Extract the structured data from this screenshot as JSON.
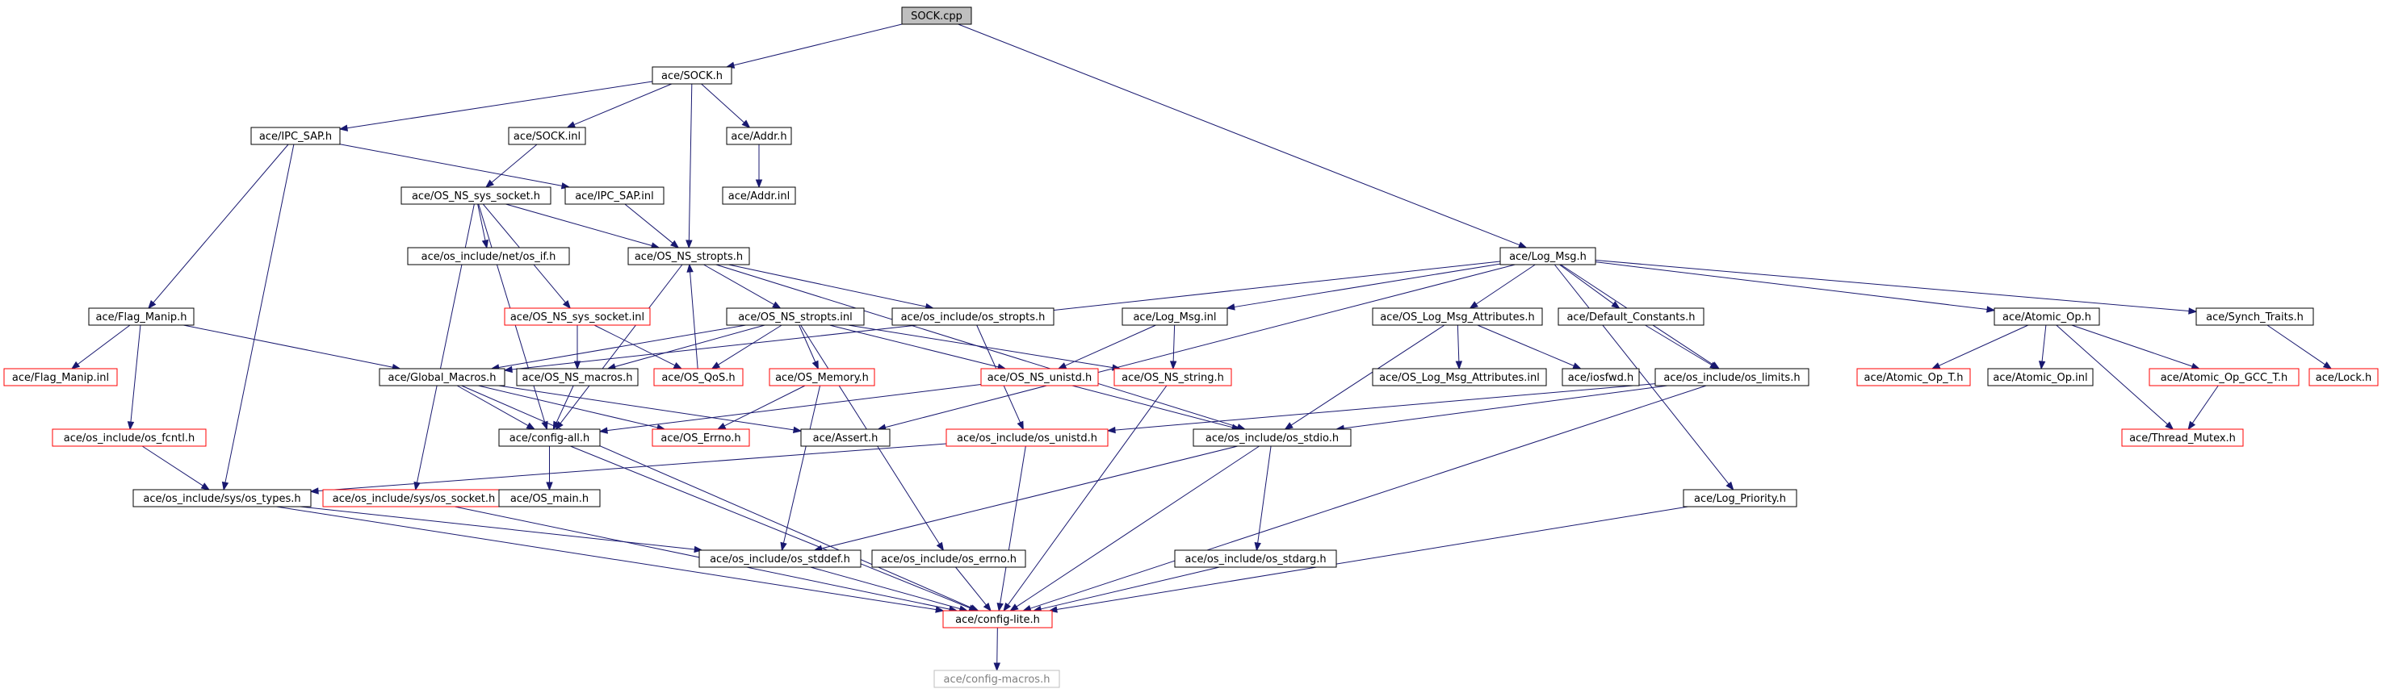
{
  "colors": {
    "edge": "#191970",
    "normal_border": "#000000",
    "truncated_border": "#ff0000",
    "root_fill": "#bfbfbf",
    "external_border": "#bfbfbf",
    "external_text": "#808080",
    "text": "#000000"
  },
  "nodes": [
    {
      "id": "sock_cpp",
      "label": "SOCK.cpp",
      "style": "root"
    },
    {
      "id": "sock_h",
      "label": "ace/SOCK.h",
      "style": "normal"
    },
    {
      "id": "ipc_sap_h",
      "label": "ace/IPC_SAP.h",
      "style": "normal"
    },
    {
      "id": "sock_inl",
      "label": "ace/SOCK.inl",
      "style": "normal"
    },
    {
      "id": "addr_h",
      "label": "ace/Addr.h",
      "style": "normal"
    },
    {
      "id": "addr_inl",
      "label": "ace/Addr.inl",
      "style": "normal"
    },
    {
      "id": "os_ns_sys_socket_h",
      "label": "ace/OS_NS_sys_socket.h",
      "style": "normal"
    },
    {
      "id": "ipc_sap_inl",
      "label": "ace/IPC_SAP.inl",
      "style": "normal"
    },
    {
      "id": "os_if_h",
      "label": "ace/os_include/net/os_if.h",
      "style": "normal"
    },
    {
      "id": "os_ns_stropts_h",
      "label": "ace/OS_NS_stropts.h",
      "style": "normal"
    },
    {
      "id": "log_msg_h",
      "label": "ace/Log_Msg.h",
      "style": "normal"
    },
    {
      "id": "flag_manip_h",
      "label": "ace/Flag_Manip.h",
      "style": "normal"
    },
    {
      "id": "os_ns_sys_socket_inl",
      "label": "ace/OS_NS_sys_socket.inl",
      "style": "truncated"
    },
    {
      "id": "os_ns_stropts_inl",
      "label": "ace/OS_NS_stropts.inl",
      "style": "normal"
    },
    {
      "id": "os_stropts_h",
      "label": "ace/os_include/os_stropts.h",
      "style": "normal"
    },
    {
      "id": "log_msg_inl",
      "label": "ace/Log_Msg.inl",
      "style": "normal"
    },
    {
      "id": "os_log_msg_attributes_h",
      "label": "ace/OS_Log_Msg_Attributes.h",
      "style": "normal"
    },
    {
      "id": "default_constants_h",
      "label": "ace/Default_Constants.h",
      "style": "normal"
    },
    {
      "id": "atomic_op_h",
      "label": "ace/Atomic_Op.h",
      "style": "normal"
    },
    {
      "id": "synch_traits_h",
      "label": "ace/Synch_Traits.h",
      "style": "normal"
    },
    {
      "id": "flag_manip_inl",
      "label": "ace/Flag_Manip.inl",
      "style": "truncated"
    },
    {
      "id": "global_macros_h",
      "label": "ace/Global_Macros.h",
      "style": "normal"
    },
    {
      "id": "os_ns_macros_h",
      "label": "ace/OS_NS_macros.h",
      "style": "normal"
    },
    {
      "id": "os_qos_h",
      "label": "ace/OS_QoS.h",
      "style": "truncated"
    },
    {
      "id": "os_memory_h",
      "label": "ace/OS_Memory.h",
      "style": "truncated"
    },
    {
      "id": "os_ns_unistd_h",
      "label": "ace/OS_NS_unistd.h",
      "style": "truncated"
    },
    {
      "id": "os_ns_string_h",
      "label": "ace/OS_NS_string.h",
      "style": "truncated"
    },
    {
      "id": "os_log_msg_attributes_inl",
      "label": "ace/OS_Log_Msg_Attributes.inl",
      "style": "normal"
    },
    {
      "id": "iosfwd_h",
      "label": "ace/iosfwd.h",
      "style": "normal"
    },
    {
      "id": "os_limits_h",
      "label": "ace/os_include/os_limits.h",
      "style": "normal"
    },
    {
      "id": "atomic_op_t_h",
      "label": "ace/Atomic_Op_T.h",
      "style": "truncated"
    },
    {
      "id": "atomic_op_inl",
      "label": "ace/Atomic_Op.inl",
      "style": "normal"
    },
    {
      "id": "atomic_op_gcc_t_h",
      "label": "ace/Atomic_Op_GCC_T.h",
      "style": "truncated"
    },
    {
      "id": "lock_h",
      "label": "ace/Lock.h",
      "style": "truncated"
    },
    {
      "id": "os_fcntl_h",
      "label": "ace/os_include/os_fcntl.h",
      "style": "truncated"
    },
    {
      "id": "config_all_h",
      "label": "ace/config-all.h",
      "style": "normal"
    },
    {
      "id": "os_errno_ace_h",
      "label": "ace/OS_Errno.h",
      "style": "truncated"
    },
    {
      "id": "assert_h",
      "label": "ace/Assert.h",
      "style": "normal"
    },
    {
      "id": "os_unistd_h",
      "label": "ace/os_include/os_unistd.h",
      "style": "truncated"
    },
    {
      "id": "os_stdio_h",
      "label": "ace/os_include/os_stdio.h",
      "style": "normal"
    },
    {
      "id": "thread_mutex_h",
      "label": "ace/Thread_Mutex.h",
      "style": "truncated"
    },
    {
      "id": "os_types_h",
      "label": "ace/os_include/sys/os_types.h",
      "style": "normal"
    },
    {
      "id": "os_socket_h",
      "label": "ace/os_include/sys/os_socket.h",
      "style": "truncated"
    },
    {
      "id": "os_main_h",
      "label": "ace/OS_main.h",
      "style": "normal"
    },
    {
      "id": "log_priority_h",
      "label": "ace/Log_Priority.h",
      "style": "normal"
    },
    {
      "id": "os_stddef_h",
      "label": "ace/os_include/os_stddef.h",
      "style": "normal"
    },
    {
      "id": "os_errno_h",
      "label": "ace/os_include/os_errno.h",
      "style": "normal"
    },
    {
      "id": "os_stdarg_h",
      "label": "ace/os_include/os_stdarg.h",
      "style": "normal"
    },
    {
      "id": "config_lite_h",
      "label": "ace/config-lite.h",
      "style": "truncated"
    },
    {
      "id": "config_macros_h",
      "label": "ace/config-macros.h",
      "style": "external"
    }
  ],
  "edges": [
    [
      "sock_cpp",
      "sock_h"
    ],
    [
      "sock_cpp",
      "log_msg_h"
    ],
    [
      "sock_h",
      "ipc_sap_h"
    ],
    [
      "sock_h",
      "sock_inl"
    ],
    [
      "sock_h",
      "addr_h"
    ],
    [
      "sock_h",
      "os_ns_stropts_h"
    ],
    [
      "addr_h",
      "addr_inl"
    ],
    [
      "ipc_sap_h",
      "flag_manip_h"
    ],
    [
      "ipc_sap_h",
      "ipc_sap_inl"
    ],
    [
      "ipc_sap_h",
      "os_types_h"
    ],
    [
      "sock_inl",
      "os_ns_sys_socket_h"
    ],
    [
      "ipc_sap_inl",
      "os_ns_stropts_h"
    ],
    [
      "os_ns_sys_socket_h",
      "os_if_h"
    ],
    [
      "os_ns_sys_socket_h",
      "os_ns_stropts_h"
    ],
    [
      "os_ns_sys_socket_h",
      "os_ns_sys_socket_inl"
    ],
    [
      "os_ns_sys_socket_h",
      "config_all_h"
    ],
    [
      "os_ns_sys_socket_h",
      "os_socket_h"
    ],
    [
      "os_ns_stropts_h",
      "os_ns_stropts_inl"
    ],
    [
      "os_ns_stropts_h",
      "os_stropts_h"
    ],
    [
      "os_ns_stropts_h",
      "os_stdio_h"
    ],
    [
      "os_ns_stropts_h",
      "config_all_h"
    ],
    [
      "flag_manip_h",
      "flag_manip_inl"
    ],
    [
      "flag_manip_h",
      "global_macros_h"
    ],
    [
      "flag_manip_h",
      "os_fcntl_h"
    ],
    [
      "os_ns_sys_socket_inl",
      "os_ns_macros_h"
    ],
    [
      "os_ns_sys_socket_inl",
      "os_qos_h"
    ],
    [
      "os_qos_h",
      "os_ns_stropts_h"
    ],
    [
      "os_ns_stropts_inl",
      "global_macros_h"
    ],
    [
      "os_ns_stropts_inl",
      "os_ns_macros_h"
    ],
    [
      "os_ns_stropts_inl",
      "os_qos_h"
    ],
    [
      "os_ns_stropts_inl",
      "os_memory_h"
    ],
    [
      "os_ns_stropts_inl",
      "os_ns_unistd_h"
    ],
    [
      "os_ns_stropts_inl",
      "os_ns_string_h"
    ],
    [
      "os_ns_stropts_inl",
      "os_errno_h"
    ],
    [
      "os_stropts_h",
      "os_unistd_h"
    ],
    [
      "log_msg_h",
      "global_macros_h"
    ],
    [
      "log_msg_h",
      "log_msg_inl"
    ],
    [
      "log_msg_h",
      "os_log_msg_attributes_h"
    ],
    [
      "log_msg_h",
      "default_constants_h"
    ],
    [
      "log_msg_h",
      "atomic_op_h"
    ],
    [
      "log_msg_h",
      "synch_traits_h"
    ],
    [
      "log_msg_h",
      "os_limits_h"
    ],
    [
      "log_msg_h",
      "log_priority_h"
    ],
    [
      "log_msg_h",
      "assert_h"
    ],
    [
      "log_msg_inl",
      "os_ns_unistd_h"
    ],
    [
      "log_msg_inl",
      "os_ns_string_h"
    ],
    [
      "os_log_msg_attributes_h",
      "os_log_msg_attributes_inl"
    ],
    [
      "os_log_msg_attributes_h",
      "iosfwd_h"
    ],
    [
      "os_log_msg_attributes_h",
      "os_stdio_h"
    ],
    [
      "default_constants_h",
      "os_limits_h"
    ],
    [
      "atomic_op_h",
      "atomic_op_t_h"
    ],
    [
      "atomic_op_h",
      "atomic_op_inl"
    ],
    [
      "atomic_op_h",
      "atomic_op_gcc_t_h"
    ],
    [
      "atomic_op_h",
      "thread_mutex_h"
    ],
    [
      "atomic_op_gcc_t_h",
      "thread_mutex_h"
    ],
    [
      "synch_traits_h",
      "lock_h"
    ],
    [
      "global_macros_h",
      "config_all_h"
    ],
    [
      "global_macros_h",
      "os_errno_ace_h"
    ],
    [
      "global_macros_h",
      "assert_h"
    ],
    [
      "global_macros_h",
      "config_lite_h"
    ],
    [
      "os_ns_macros_h",
      "config_all_h"
    ],
    [
      "os_memory_h",
      "os_errno_ace_h"
    ],
    [
      "os_memory_h",
      "os_stddef_h"
    ],
    [
      "os_ns_unistd_h",
      "config_all_h"
    ],
    [
      "os_ns_unistd_h",
      "os_stdio_h"
    ],
    [
      "os_ns_string_h",
      "config_lite_h"
    ],
    [
      "os_limits_h",
      "os_unistd_h"
    ],
    [
      "os_limits_h",
      "os_stdio_h"
    ],
    [
      "os_limits_h",
      "config_lite_h"
    ],
    [
      "os_fcntl_h",
      "os_types_h"
    ],
    [
      "config_all_h",
      "os_main_h"
    ],
    [
      "config_all_h",
      "config_lite_h"
    ],
    [
      "os_unistd_h",
      "os_types_h"
    ],
    [
      "os_unistd_h",
      "config_lite_h"
    ],
    [
      "os_stdio_h",
      "os_stddef_h"
    ],
    [
      "os_stdio_h",
      "os_stdarg_h"
    ],
    [
      "os_stdio_h",
      "config_lite_h"
    ],
    [
      "os_types_h",
      "os_stddef_h"
    ],
    [
      "os_types_h",
      "config_lite_h"
    ],
    [
      "os_socket_h",
      "config_lite_h"
    ],
    [
      "os_stddef_h",
      "config_lite_h"
    ],
    [
      "os_errno_h",
      "config_lite_h"
    ],
    [
      "os_stdarg_h",
      "config_lite_h"
    ],
    [
      "log_priority_h",
      "config_lite_h"
    ],
    [
      "config_lite_h",
      "config_macros_h"
    ]
  ]
}
